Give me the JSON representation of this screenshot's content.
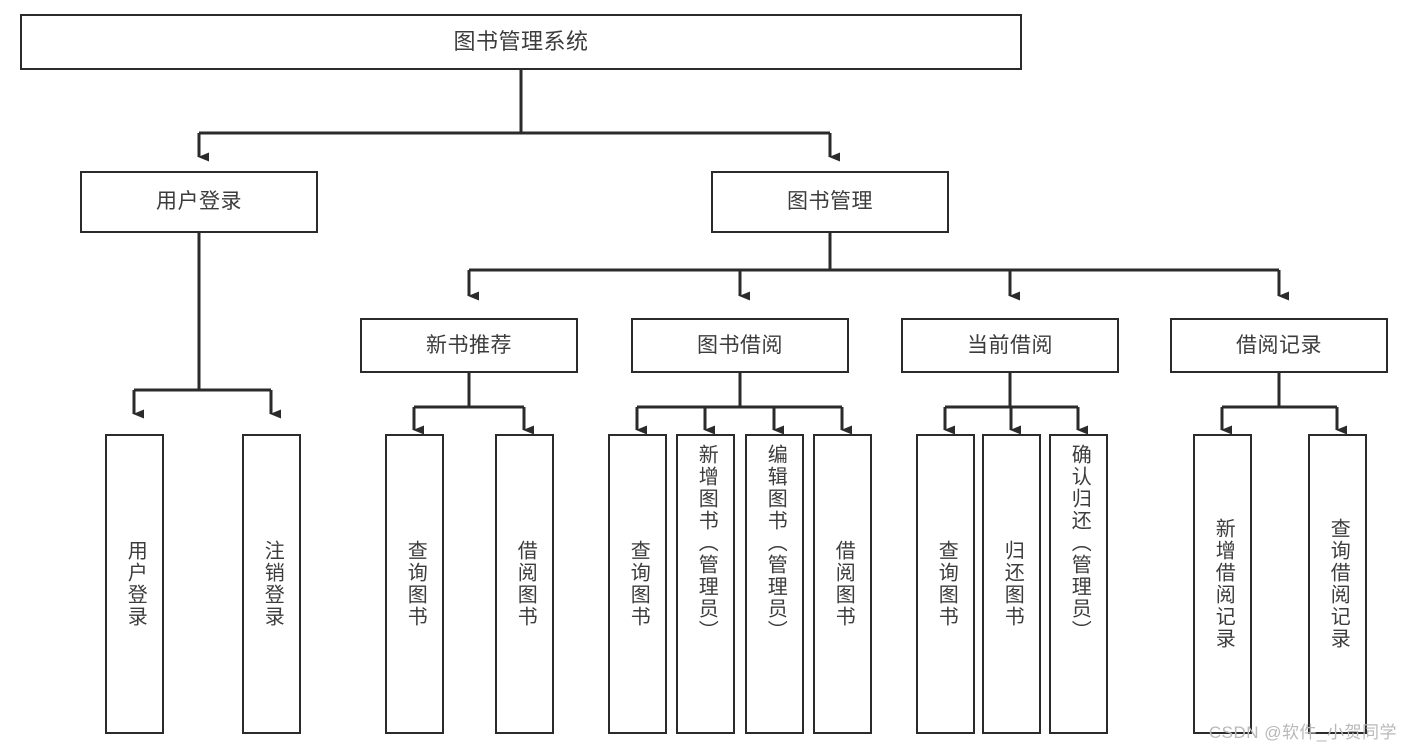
{
  "diagram": {
    "type": "tree",
    "title": "图书管理系统",
    "style": {
      "background": "#ffffff",
      "box_border": "#2b2b2b",
      "box_fill": "#ffffff",
      "text_color": "#3c3c3c",
      "edge_color": "#2b2b2b",
      "watermark_color": "#b9b9b9"
    },
    "root": {
      "label": "图书管理系统"
    },
    "level2": [
      {
        "label": "用户登录"
      },
      {
        "label": "图书管理"
      }
    ],
    "level3": [
      {
        "label": "新书推荐"
      },
      {
        "label": "图书借阅"
      },
      {
        "label": "当前借阅"
      },
      {
        "label": "借阅记录"
      }
    ],
    "leaves": {
      "user_login": [
        {
          "label": "用户登录"
        },
        {
          "label": "注销登录"
        }
      ],
      "new_book": [
        {
          "label": "查询图书"
        },
        {
          "label": "借阅图书"
        }
      ],
      "book_borrow": [
        {
          "label": "查询图书"
        },
        {
          "label": "新增图书（管理员）"
        },
        {
          "label": "编辑图书（管理员）"
        },
        {
          "label": "借阅图书"
        }
      ],
      "current_borrow": [
        {
          "label": "查询图书"
        },
        {
          "label": "归还图书"
        },
        {
          "label": "确认归还（管理员）"
        }
      ],
      "borrow_record": [
        {
          "label": "新增借阅记录"
        },
        {
          "label": "查询借阅记录"
        }
      ]
    },
    "watermark": "CSDN @软件_小贺同学"
  }
}
